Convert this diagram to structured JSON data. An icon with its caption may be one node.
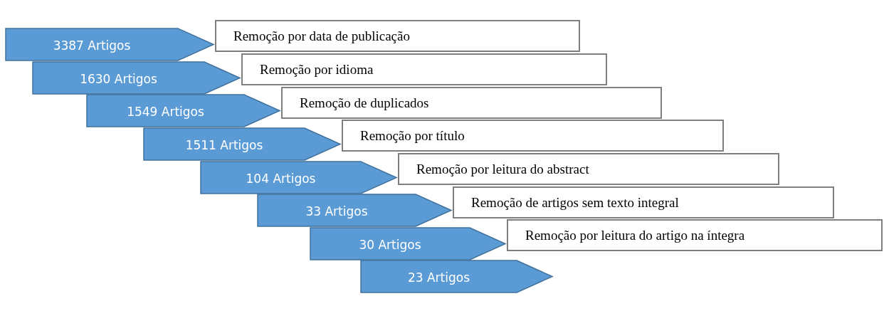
{
  "diagram": {
    "nodes": [
      {
        "text": [
          "3387 Artigos"
        ]
      },
      {
        "text": [
          "Remoção por data de publicação"
        ]
      },
      {
        "text": [
          "1630 Artigos"
        ]
      },
      {
        "text": [
          "Remoção por idioma"
        ]
      },
      {
        "text": [
          "1549 Artigos"
        ]
      },
      {
        "text": [
          "Remoção de duplicados"
        ]
      },
      {
        "text": [
          "1511 Artigos"
        ]
      },
      {
        "text": [
          "Remoção por título"
        ]
      },
      {
        "text": [
          "104 Artigos"
        ]
      },
      {
        "text": [
          "Remoção por leitura do abstract"
        ]
      },
      {
        "text": [
          "33 Artigos"
        ]
      },
      {
        "text": [
          "Remoção de artigos sem texto integral"
        ]
      },
      {
        "text": [
          "30 Artigos"
        ]
      },
      {
        "text": [
          "Remoção por leitura do artigo na íntegra"
        ]
      },
      {
        "text": [
          "23 Artigos"
        ]
      }
    ],
    "edges": []
  }
}
